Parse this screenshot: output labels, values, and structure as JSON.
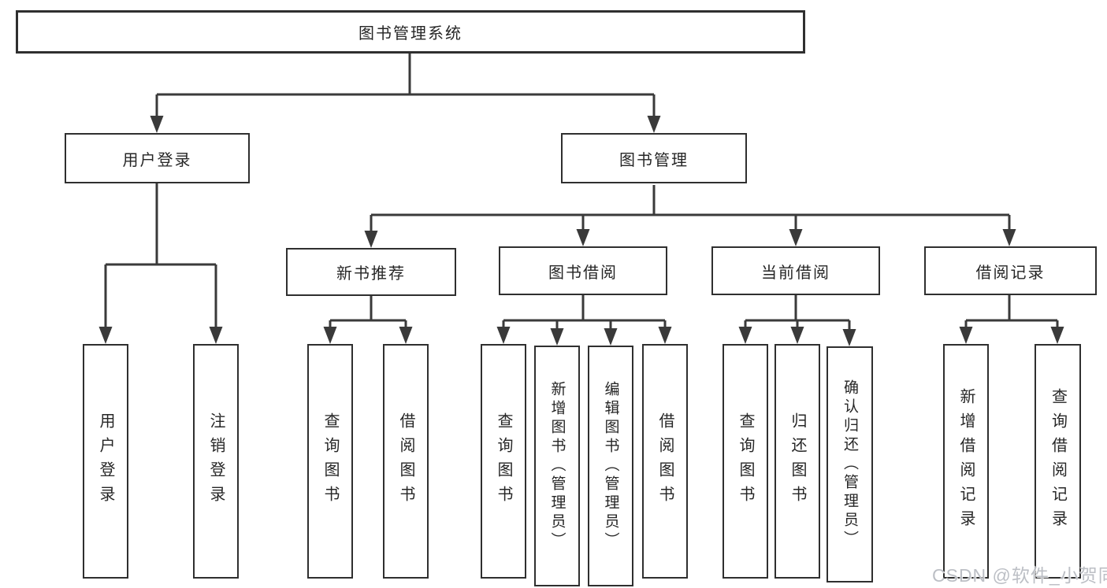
{
  "diagram_title": "图书管理系统",
  "tree": {
    "label": "图书管理系统",
    "children": [
      {
        "label": "用户登录",
        "children": [
          {
            "label": "用户登录"
          },
          {
            "label": "注销登录"
          }
        ]
      },
      {
        "label": "图书管理",
        "children": [
          {
            "label": "新书推荐",
            "children": [
              {
                "label": "查询图书"
              },
              {
                "label": "借阅图书"
              }
            ]
          },
          {
            "label": "图书借阅",
            "children": [
              {
                "label": "查询图书"
              },
              {
                "label": "新增图书（管理员）"
              },
              {
                "label": "编辑图书（管理员）"
              },
              {
                "label": "借阅图书"
              }
            ]
          },
          {
            "label": "当前借阅",
            "children": [
              {
                "label": "查询图书"
              },
              {
                "label": "归还图书"
              },
              {
                "label": "确认归还（管理员）"
              }
            ]
          },
          {
            "label": "借阅记录",
            "children": [
              {
                "label": "新增借阅记录"
              },
              {
                "label": "查询借阅记录"
              }
            ]
          }
        ]
      }
    ]
  },
  "watermark": "CSDN @软件_小贺同学",
  "colors": {
    "line": "#3a3a3a",
    "box_border": "#2f2f2f",
    "text": "#262626",
    "watermark": "#b8bcc2",
    "background": "#ffffff"
  }
}
